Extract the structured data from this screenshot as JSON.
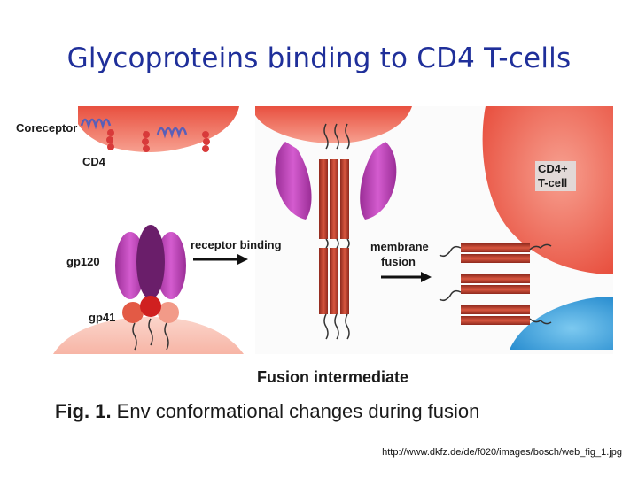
{
  "title": "Glycoproteins binding to CD4 T-cells",
  "figure": {
    "labels": {
      "coreceptor": "Coreceptor",
      "cd4": "CD4",
      "gp120": "gp120",
      "gp41": "gp41",
      "receptor_binding": "receptor binding",
      "membrane_fusion_1": "membrane",
      "membrane_fusion_2": "fusion",
      "cd4_tcell_1": "CD4+",
      "cd4_tcell_2": "T-cell",
      "fusion_intermediate": "Fusion intermediate"
    },
    "caption_prefix": "Fig. 1.",
    "caption_text": " Env conformational changes during fusion"
  },
  "source_url": "http://www.dkfz.de/de/f020/images/bosch/web_fig_1.jpg",
  "colors": {
    "title": "#1f2f9a",
    "cell_membrane": "#f26b5b",
    "gp120": "#b43fb0",
    "gp41": "#d24a3a",
    "target_blue": "#3aa6e0",
    "coreceptor": "#5a5fb8"
  }
}
